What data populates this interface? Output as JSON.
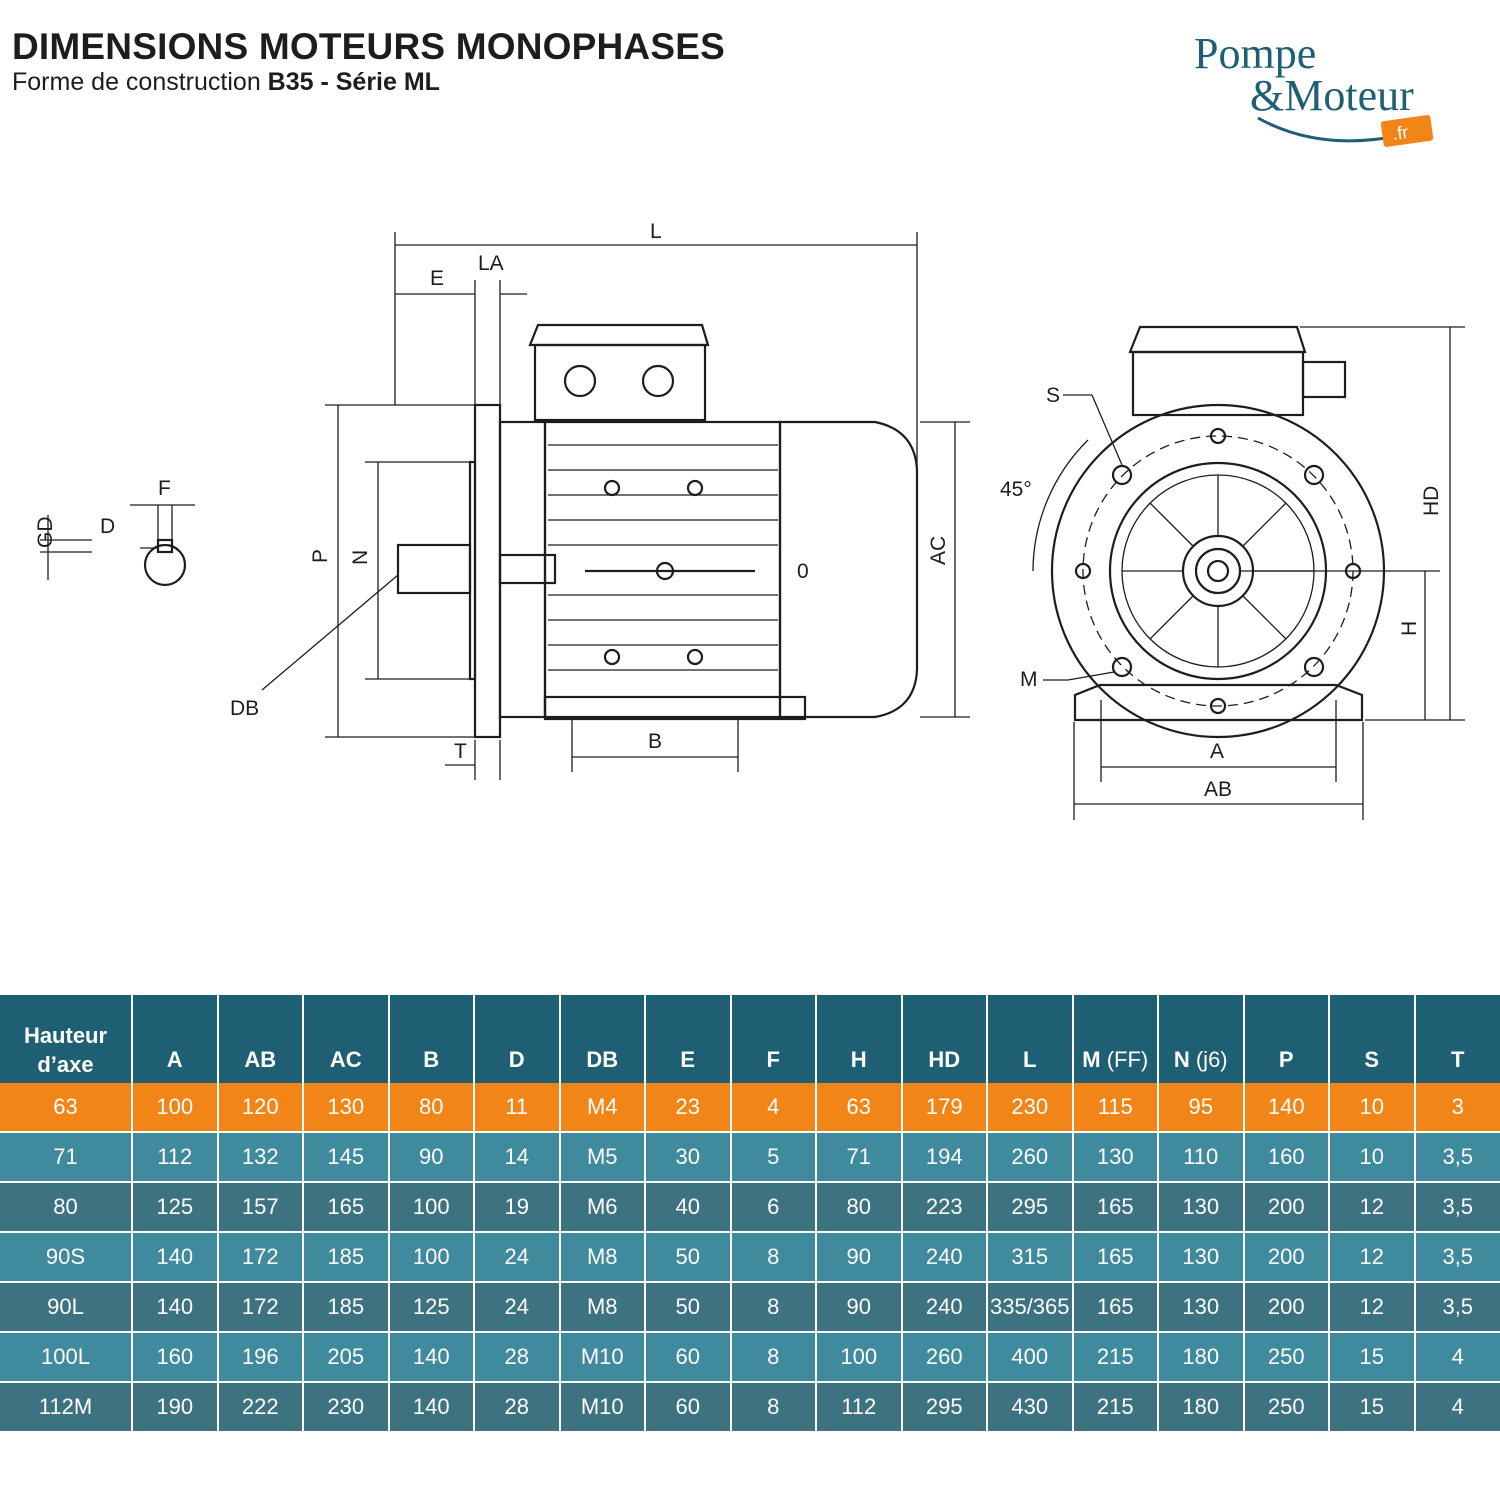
{
  "header": {
    "title": "DIMENSIONS MOTEURS MONOPHASES",
    "subtitle_prefix": "Forme de construction ",
    "subtitle_bold": "B35 - Série ML"
  },
  "logo": {
    "line1": "Pompe",
    "line2": "&Moteur",
    "tld": ".fr"
  },
  "drawing": {
    "labels": {
      "L": "L",
      "E": "E",
      "LA": "LA",
      "F": "F",
      "D": "D",
      "GD": "GD",
      "P": "P",
      "N": "N",
      "DB": "DB",
      "T": "T",
      "B": "B",
      "AC": "AC",
      "O": "0",
      "S": "S",
      "angle": "45°",
      "M": "M",
      "HD": "HD",
      "H": "H",
      "A": "A",
      "AB": "AB"
    }
  },
  "table": {
    "corner_line1": "Hauteur",
    "corner_line2": "d’axe",
    "headers": [
      {
        "label": "A"
      },
      {
        "label": "AB"
      },
      {
        "label": "AC"
      },
      {
        "label": "B"
      },
      {
        "label": "D"
      },
      {
        "label": "DB"
      },
      {
        "label": "E"
      },
      {
        "label": "F"
      },
      {
        "label": "H"
      },
      {
        "label": "HD"
      },
      {
        "label": "L"
      },
      {
        "label": "M",
        "unit": "(FF)"
      },
      {
        "label": "N",
        "unit": "(j6)"
      },
      {
        "label": "P"
      },
      {
        "label": "S"
      },
      {
        "label": "T"
      }
    ],
    "rows": [
      [
        "63",
        "100",
        "120",
        "130",
        "80",
        "11",
        "M4",
        "23",
        "4",
        "63",
        "179",
        "230",
        "115",
        "95",
        "140",
        "10",
        "3"
      ],
      [
        "71",
        "112",
        "132",
        "145",
        "90",
        "14",
        "M5",
        "30",
        "5",
        "71",
        "194",
        "260",
        "130",
        "110",
        "160",
        "10",
        "3,5"
      ],
      [
        "80",
        "125",
        "157",
        "165",
        "100",
        "19",
        "M6",
        "40",
        "6",
        "80",
        "223",
        "295",
        "165",
        "130",
        "200",
        "12",
        "3,5"
      ],
      [
        "90S",
        "140",
        "172",
        "185",
        "100",
        "24",
        "M8",
        "50",
        "8",
        "90",
        "240",
        "315",
        "165",
        "130",
        "200",
        "12",
        "3,5"
      ],
      [
        "90L",
        "140",
        "172",
        "185",
        "125",
        "24",
        "M8",
        "50",
        "8",
        "90",
        "240",
        "335/365",
        "165",
        "130",
        "200",
        "12",
        "3,5"
      ],
      [
        "100L",
        "160",
        "196",
        "205",
        "140",
        "28",
        "M10",
        "60",
        "8",
        "100",
        "260",
        "400",
        "215",
        "180",
        "250",
        "15",
        "4"
      ],
      [
        "112M",
        "190",
        "222",
        "230",
        "140",
        "28",
        "M10",
        "60",
        "8",
        "112",
        "295",
        "430",
        "215",
        "180",
        "250",
        "15",
        "4"
      ]
    ]
  },
  "colors": {
    "header_bg": "#1e5f74",
    "highlight_row": "#f18518",
    "row_light": "#3f8a9d",
    "row_dark": "#3d7280",
    "logo_blue": "#1e5f74",
    "logo_orange": "#f18518"
  }
}
